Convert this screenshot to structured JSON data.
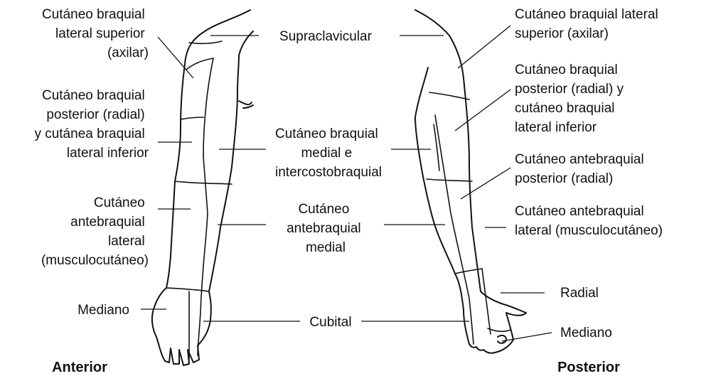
{
  "views": {
    "anterior": "Anterior",
    "posterior": "Posterior"
  },
  "labels": {
    "supraclavicular": "Supraclavicular",
    "medial_braquial": [
      "Cutáneo braquial",
      "medial e",
      "intercostobraquial"
    ],
    "medial_antebraquial": [
      "Cutáneo",
      "antebraquial",
      "medial"
    ],
    "cubital": "Cubital",
    "ant_lateral_superior": [
      "Cutáneo braquial",
      "lateral superior",
      "(axilar)"
    ],
    "ant_posterior_radial": [
      "Cutáneo braquial",
      "posterior (radial)",
      "y cutánea braquial",
      "lateral inferior"
    ],
    "ant_antebraquial_lateral": [
      "Cutáneo",
      "antebraquial",
      "lateral",
      "(musculocutáneo)"
    ],
    "ant_mediano": "Mediano",
    "post_lateral_superior": [
      "Cutáneo braquial lateral",
      "superior (axilar)"
    ],
    "post_posterior_radial": [
      "Cutáneo braquial",
      "posterior (radial) y",
      "cutáneo braquial",
      "lateral inferior"
    ],
    "post_antebraquial_posterior": [
      "Cutáneo antebraquial",
      "posterior (radial)"
    ],
    "post_antebraquial_lateral": [
      "Cutáneo antebraquial",
      "lateral (musculocutáneo)"
    ],
    "post_radial": "Radial",
    "post_mediano": "Mediano"
  },
  "colors": {
    "ink": "#111111",
    "background": "#ffffff"
  }
}
